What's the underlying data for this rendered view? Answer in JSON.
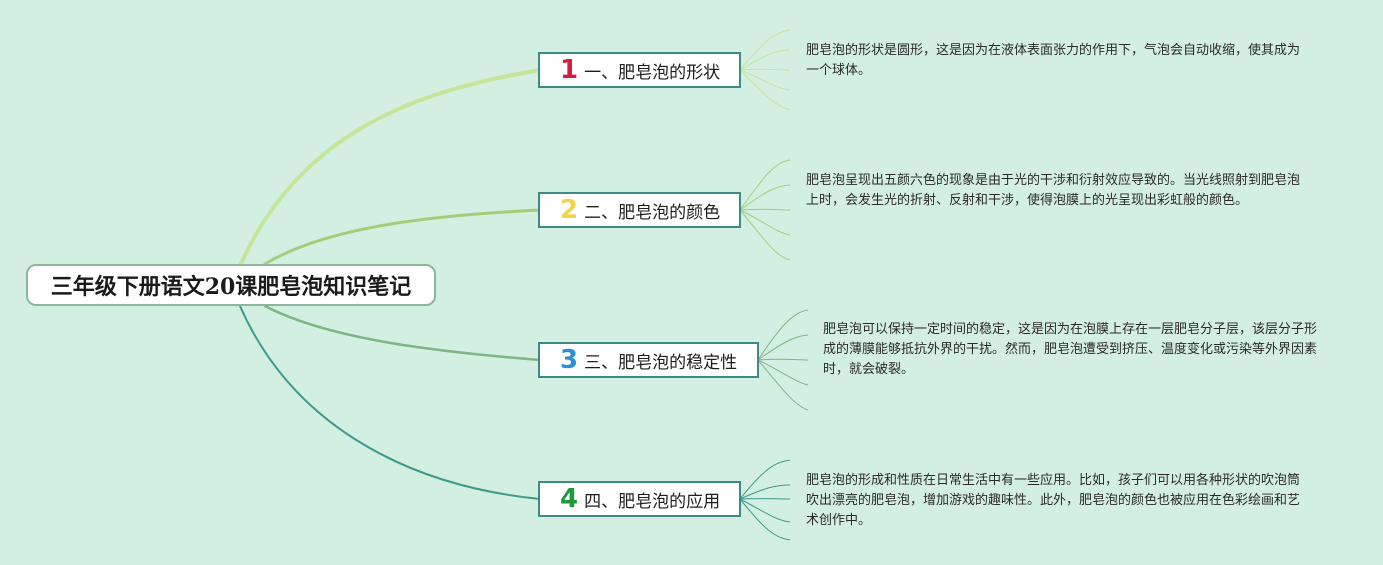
{
  "root": {
    "title": "三年级下册语文20课肥皂泡知识笔记"
  },
  "branches": [
    {
      "number": "1",
      "label": "一、肥皂泡的形状",
      "color": "#d81e3c",
      "note": "肥皂泡的形状是圆形，这是因为在液体表面张力的作用下，气泡会自动收缩，使其成为一个球体。"
    },
    {
      "number": "2",
      "label": "二、肥皂泡的颜色",
      "color": "#f2d64a",
      "note": "肥皂泡呈现出五颜六色的现象是由于光的干涉和衍射效应导致的。当光线照射到肥皂泡上时，会发生光的折射、反射和干涉，使得泡膜上的光呈现出彩虹般的颜色。"
    },
    {
      "number": "3",
      "label": "三、肥皂泡的稳定性",
      "color": "#2a8fd6",
      "note": "肥皂泡可以保持一定时间的稳定，这是因为在泡膜上存在一层肥皂分子层，该层分子形成的薄膜能够抵抗外界的干扰。然而，肥皂泡遭受到挤压、温度变化或污染等外界因素时，就会破裂。"
    },
    {
      "number": "4",
      "label": "四、肥皂泡的应用",
      "color": "#1f9a3a",
      "note": "肥皂泡的形成和性质在日常生活中有一些应用。比如，孩子们可以用各种形状的吹泡筒吹出漂亮的肥皂泡，增加游戏的趣味性。此外，肥皂泡的颜色也被应用在色彩绘画和艺术创作中。"
    }
  ],
  "colors": {
    "background": "#d3efe2",
    "curve1": "#c5e59a",
    "curve2": "#a3cd78",
    "curve3": "#7fb584",
    "curve4": "#3e9a8a",
    "boxBorder": "#3e8a86"
  }
}
